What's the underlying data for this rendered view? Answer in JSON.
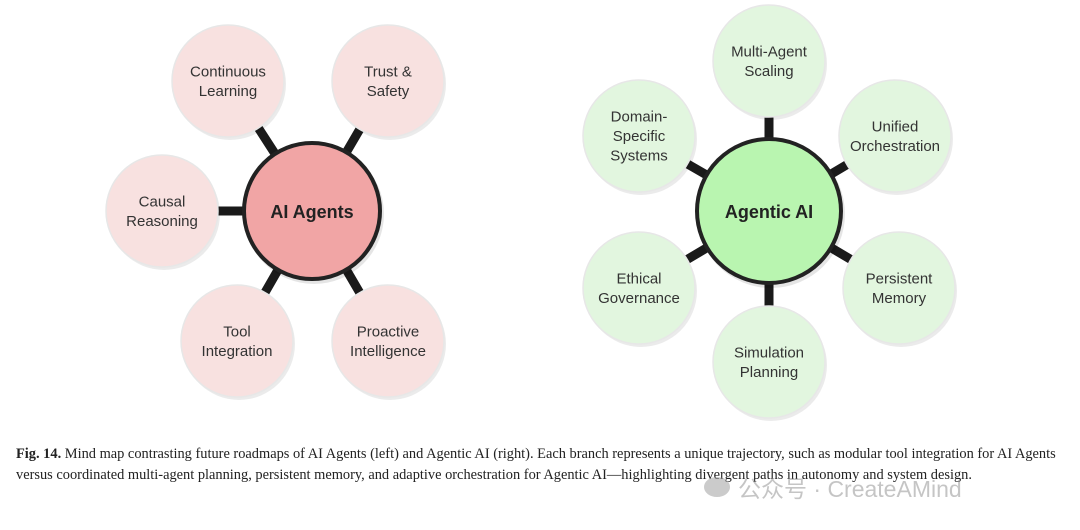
{
  "diagram": {
    "left": {
      "center": {
        "label": "AI Agents",
        "fill": "#f1a5a5",
        "stroke": "#222222"
      },
      "node_fill": "#f8e1e0",
      "nodes": [
        {
          "id": "continuous-learning",
          "lines": [
            "Continuous",
            "Learning"
          ]
        },
        {
          "id": "trust-safety",
          "lines": [
            "Trust &",
            "Safety"
          ]
        },
        {
          "id": "causal-reasoning",
          "lines": [
            "Causal",
            "Reasoning"
          ]
        },
        {
          "id": "tool-integration",
          "lines": [
            "Tool",
            "Integration"
          ]
        },
        {
          "id": "proactive-intelligence",
          "lines": [
            "Proactive",
            "Intelligence"
          ]
        }
      ]
    },
    "right": {
      "center": {
        "label": "Agentic AI",
        "fill": "#b9f5b0",
        "stroke": "#222222"
      },
      "node_fill": "#e2f6df",
      "nodes": [
        {
          "id": "multi-agent-scaling",
          "lines": [
            "Multi-Agent",
            "Scaling"
          ]
        },
        {
          "id": "domain-specific-systems",
          "lines": [
            "Domain-",
            "Specific",
            "Systems"
          ]
        },
        {
          "id": "unified-orchestration",
          "lines": [
            "Unified",
            "Orchestration"
          ]
        },
        {
          "id": "ethical-governance",
          "lines": [
            "Ethical",
            "Governance"
          ]
        },
        {
          "id": "persistent-memory",
          "lines": [
            "Persistent",
            "Memory"
          ]
        },
        {
          "id": "simulation-planning",
          "lines": [
            "Simulation",
            "Planning"
          ]
        }
      ]
    }
  },
  "caption": {
    "label": "Fig. 14.",
    "text": "Mind map contrasting future roadmaps of AI Agents (left) and Agentic AI (right). Each branch represents a unique trajectory, such as modular tool integration for AI Agents versus coordinated multi-agent planning, persistent memory, and adaptive orchestration for Agentic AI—highlighting divergent paths in autonomy and system design."
  },
  "watermark": {
    "text": "公众号 · CreateAMind"
  }
}
